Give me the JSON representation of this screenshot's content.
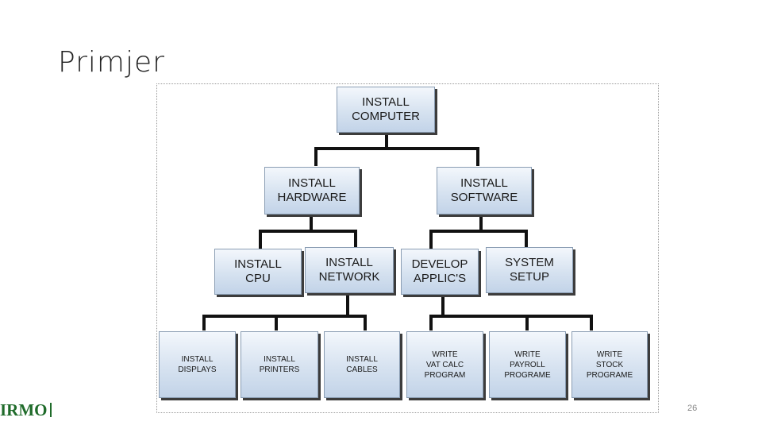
{
  "slide": {
    "title": "Primjer",
    "page_number": "26",
    "logo_text": "IRMO"
  },
  "diagram": {
    "root": "INSTALL\nCOMPUTER",
    "level1": [
      "INSTALL\nHARDWARE",
      "INSTALL\nSOFTWARE"
    ],
    "level2": [
      "INSTALL\nCPU",
      "INSTALL\nNETWORK",
      "DEVELOP\nAPPLIC'S",
      "SYSTEM\nSETUP"
    ],
    "level3": [
      "INSTALL\nDISPLAYS",
      "INSTALL\nPRINTERS",
      "INSTALL\nCABLES",
      "WRITE\nVAT CALC\nPROGRAM",
      "WRITE\nPAYROLL\nPROGRAME",
      "WRITE\nSTOCK\nPROGRAME"
    ]
  },
  "colors": {
    "node_fill": "#d6e2f0",
    "connector": "#111111"
  }
}
